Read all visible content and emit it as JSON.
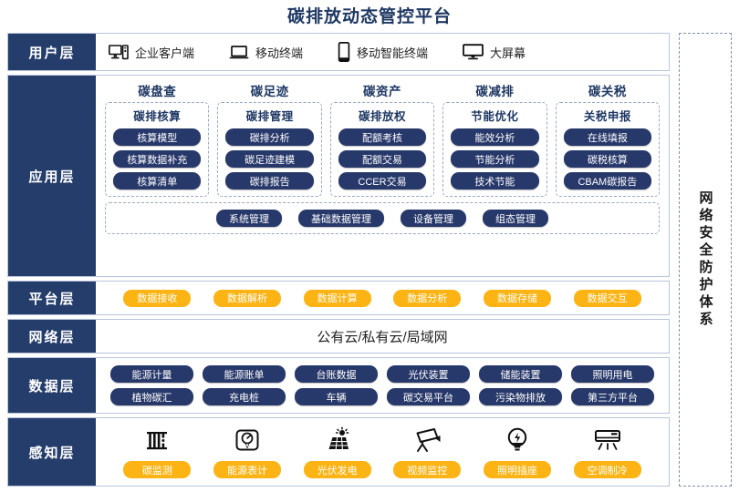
{
  "title": "碳排放动态管控平台",
  "colors": {
    "navy": "#253d6b",
    "pill_navy": "#27386a",
    "yellow": "#fcb415",
    "title_blue": "#1f3864",
    "border": "#b9c4da"
  },
  "security_band": {
    "label": "网络安全防护体系"
  },
  "layers": [
    {
      "id": "user",
      "label": "用户层",
      "items": [
        {
          "icon": "desktop-tower-icon",
          "label": "企业客户端"
        },
        {
          "icon": "laptop-icon",
          "label": "移动终端"
        },
        {
          "icon": "smartphone-icon",
          "label": "移动智能终端"
        },
        {
          "icon": "big-screen-icon",
          "label": "大屏幕"
        }
      ]
    },
    {
      "id": "app",
      "label": "应用层",
      "columns": [
        {
          "title": "碳盘查",
          "group_title": "碳排核算",
          "items": [
            "核算模型",
            "核算数据补充",
            "核算清单"
          ]
        },
        {
          "title": "碳足迹",
          "group_title": "碳排管理",
          "items": [
            "碳排分析",
            "碳足迹建模",
            "碳排报告"
          ]
        },
        {
          "title": "碳资产",
          "group_title": "碳排放权",
          "items": [
            "配额考核",
            "配额交易",
            "CCER交易"
          ]
        },
        {
          "title": "碳减排",
          "group_title": "节能优化",
          "items": [
            "能效分析",
            "节能分析",
            "技术节能"
          ]
        },
        {
          "title": "碳关税",
          "group_title": "关税申报",
          "items": [
            "在线填报",
            "碳税核算",
            "CBAM碳报告"
          ]
        }
      ],
      "common": [
        "系统管理",
        "基础数据管理",
        "设备管理",
        "组态管理"
      ]
    },
    {
      "id": "platform",
      "label": "平台层",
      "items": [
        "数据接收",
        "数据解析",
        "数据计算",
        "数据分析",
        "数据存储",
        "数据交互"
      ]
    },
    {
      "id": "network",
      "label": "网络层",
      "text": "公有云/私有云/局域网"
    },
    {
      "id": "data",
      "label": "数据层",
      "rows": [
        [
          "能源计量",
          "能源账单",
          "台账数据",
          "光伏装置",
          "储能装置",
          "照明用电"
        ],
        [
          "植物碳汇",
          "充电桩",
          "车辆",
          "碳交易平台",
          "污染物排放",
          "第三方平台"
        ]
      ]
    },
    {
      "id": "sense",
      "label": "感知层",
      "items": [
        {
          "icon": "carbon-monitor-icon",
          "label": "碳监测"
        },
        {
          "icon": "energy-meter-icon",
          "label": "能源表计"
        },
        {
          "icon": "solar-panel-icon",
          "label": "光伏发电"
        },
        {
          "icon": "cctv-camera-icon",
          "label": "视频监控"
        },
        {
          "icon": "light-bulb-icon",
          "label": "照明插座"
        },
        {
          "icon": "air-conditioner-icon",
          "label": "空调制冷"
        }
      ]
    }
  ]
}
